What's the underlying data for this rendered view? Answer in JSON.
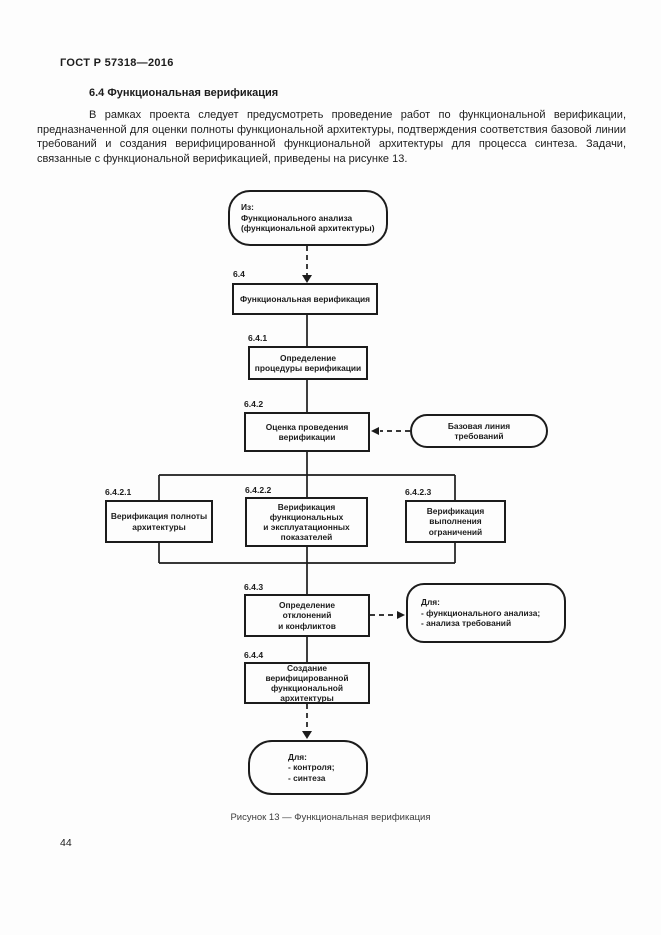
{
  "ink_color": "#1c1c1c",
  "header": {
    "doc_code": "ГОСТ Р 57318—2016",
    "page_number": "44"
  },
  "section": {
    "heading": "6.4 Функциональная верификация",
    "paragraph": "В рамках проекта следует предусмотреть проведение работ по функциональной верификации, предназначенной для оценки полноты функциональной архитектуры, подтверждения соответствия базовой линии требований и создания верифицированной функциональной архитектуры для процесса синтеза. Задачи, связанные с функциональной верификацией, приведены на рисунке 13."
  },
  "figure": {
    "caption": "Рисунок 13 — Функциональная верификация",
    "start_node": "Из:\nФункционального анализа\n(функциональной архитектуры)",
    "n64": {
      "num": "6.4",
      "text": "Функциональная верификация"
    },
    "n641": {
      "num": "6.4.1",
      "text": "Определение\nпроцедуры верификации"
    },
    "n642": {
      "num": "6.4.2",
      "text": "Оценка проведения\nверификации"
    },
    "baseline_node": "Базовая линия\nтребований",
    "n6421": {
      "num": "6.4.2.1",
      "text": "Верификация полноты\nархитектуры"
    },
    "n6422": {
      "num": "6.4.2.2",
      "text": "Верификация\nфункциональных\nи эксплуатационных\nпоказателей"
    },
    "n6423": {
      "num": "6.4.2.3",
      "text": "Верификация\nвыполнения\nограничений"
    },
    "n643": {
      "num": "6.4.3",
      "text": "Определение\nотклонений\nи конфликтов"
    },
    "for_node": "Для:\n- функционального анализа;\n- анализа требований",
    "n644": {
      "num": "6.4.4",
      "text": "Создание\nверифицированной\nфункциональной\nархитектуры"
    },
    "end_node": "Для:\n- контроля;\n- синтеза"
  }
}
